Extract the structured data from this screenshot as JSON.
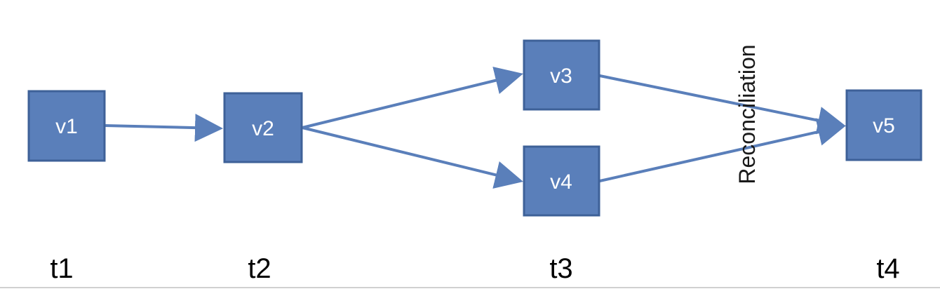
{
  "diagram": {
    "nodes": [
      {
        "id": "v1",
        "label": "v1"
      },
      {
        "id": "v2",
        "label": "v2"
      },
      {
        "id": "v3",
        "label": "v3"
      },
      {
        "id": "v4",
        "label": "v4"
      },
      {
        "id": "v5",
        "label": "v5"
      }
    ],
    "edges": [
      {
        "from": "v1",
        "to": "v2"
      },
      {
        "from": "v2",
        "to": "v3"
      },
      {
        "from": "v2",
        "to": "v4"
      },
      {
        "from": "v3",
        "to": "v5"
      },
      {
        "from": "v4",
        "to": "v5"
      }
    ],
    "timeline": [
      "t1",
      "t2",
      "t3",
      "t4"
    ],
    "annotation": "Reconciliation",
    "colors": {
      "node_fill": "#5a7fba",
      "node_border": "#3e6198",
      "edge": "#5a7fba",
      "node_text": "#ffffff"
    }
  }
}
